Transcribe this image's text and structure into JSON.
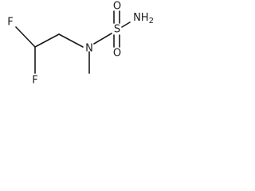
{
  "molecule": {
    "atoms": {
      "f1": "F",
      "f2": "F",
      "n": "N",
      "s": "S",
      "o_top": "O",
      "o_bottom": "O",
      "nh2": "NH2"
    }
  }
}
